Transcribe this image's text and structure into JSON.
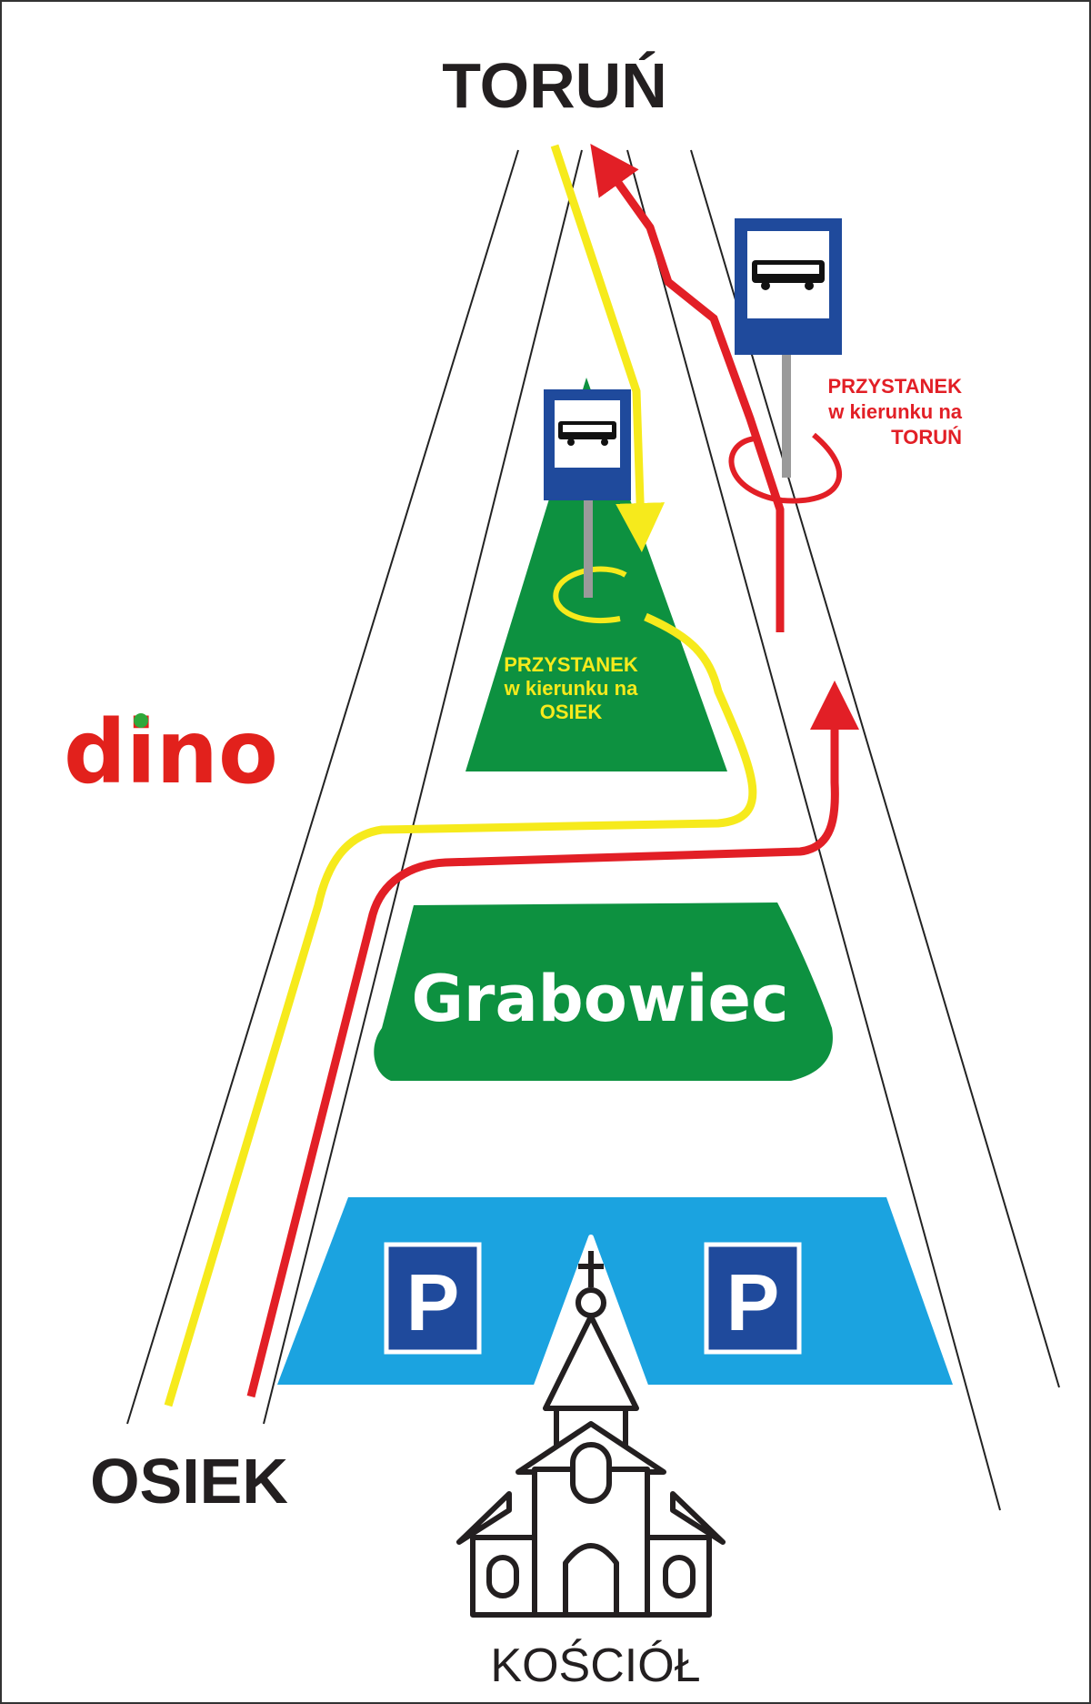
{
  "places": {
    "north": "TORUŃ",
    "south_west": "OSIEK",
    "church": "KOŚCIÓŁ",
    "village": "Grabowiec"
  },
  "shop": {
    "name": "dino"
  },
  "parking": {
    "symbol": "P"
  },
  "bus_stops": {
    "to_osiek": {
      "line1": "PRZYSTANEK",
      "line2": "w kierunku na",
      "line3": "OSIEK",
      "color": "#f6ea1c"
    },
    "to_torun": {
      "line1": "PRZYSTANEK",
      "line2": "w kierunku na",
      "line3": "TORUŃ",
      "color": "#e21f26"
    }
  },
  "colors": {
    "green": "#0d9140",
    "parking_area": "#1ba3e0",
    "sign_blue": "#1f4a9c",
    "route_yellow": "#f6ea1c",
    "route_red": "#e21f26",
    "dino_red": "#e2211c",
    "dino_green": "#2fa83a"
  }
}
